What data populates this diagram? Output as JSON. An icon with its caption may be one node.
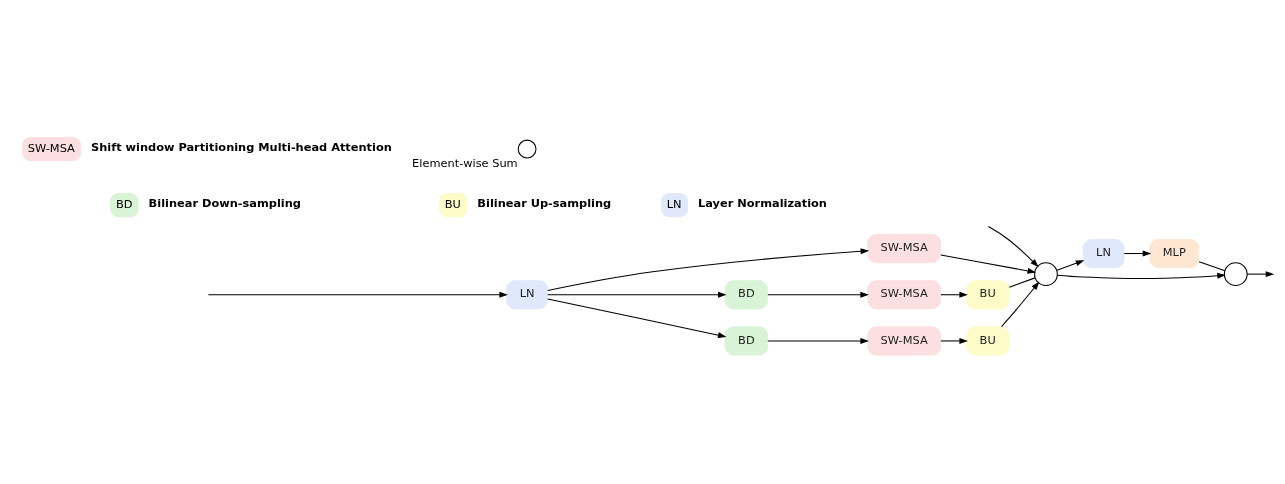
{
  "diagram": {
    "nodes": [
      {
        "text": [
          "LN"
        ]
      },
      {
        "text": [
          "SW-MSA"
        ]
      },
      {
        "text": [
          "BD"
        ]
      },
      {
        "text": [
          "SW-MSA"
        ]
      },
      {
        "text": [
          "BU"
        ]
      },
      {
        "text": [
          "BD"
        ]
      },
      {
        "text": [
          "SW-MSA"
        ]
      },
      {
        "text": [
          "BU"
        ]
      },
      {
        "text": [],
        "shape": "circle"
      },
      {
        "text": [
          "LN"
        ]
      },
      {
        "text": [
          "MLP"
        ]
      },
      {
        "text": [],
        "shape": "circle"
      },
      {
        "text": [
          "BD"
        ],
        "beside": [
          "Bilinear Down-sampling"
        ]
      },
      {
        "text": [
          "BU"
        ],
        "beside": [
          "Bilinear Up-sampling"
        ]
      },
      {
        "text": [
          "LN"
        ],
        "beside": [
          "Layer Normalization"
        ]
      },
      {
        "text": [
          "SW-MSA"
        ],
        "beside": [
          "Shift window Partitioning Multi-head Attention"
        ]
      },
      {
        "text": [],
        "shape": "circle",
        "beside": [
          "Element-wise Sum"
        ]
      }
    ],
    "edges": [
      {
        "from": null,
        "to": 0,
        "arrow": "to"
      },
      {
        "from": 0,
        "to": 1,
        "arrow": "to"
      },
      {
        "from": 0,
        "to": 2,
        "arrow": "to"
      },
      {
        "from": 0,
        "to": 5,
        "arrow": "to"
      },
      {
        "from": 1,
        "to": 8,
        "arrow": "to"
      },
      {
        "from": 2,
        "to": 3,
        "arrow": "to"
      },
      {
        "from": 3,
        "to": 4,
        "arrow": "to"
      },
      {
        "from": 4,
        "to": 8,
        "arrow": "none"
      },
      {
        "from": 5,
        "to": 6,
        "arrow": "to"
      },
      {
        "from": 6,
        "to": 7,
        "arrow": "to"
      },
      {
        "from": 7,
        "to": 8,
        "arrow": "to"
      },
      {
        "from": null,
        "to": 8,
        "arrow": "to"
      },
      {
        "from": 8,
        "to": 9,
        "arrow": "to"
      },
      {
        "from": 9,
        "to": 10,
        "arrow": "to"
      },
      {
        "from": 10,
        "to": 11,
        "arrow": "none"
      },
      {
        "from": 8,
        "to": 11,
        "arrow": "to"
      },
      {
        "from": 11,
        "to": null,
        "arrow": "to"
      }
    ]
  }
}
